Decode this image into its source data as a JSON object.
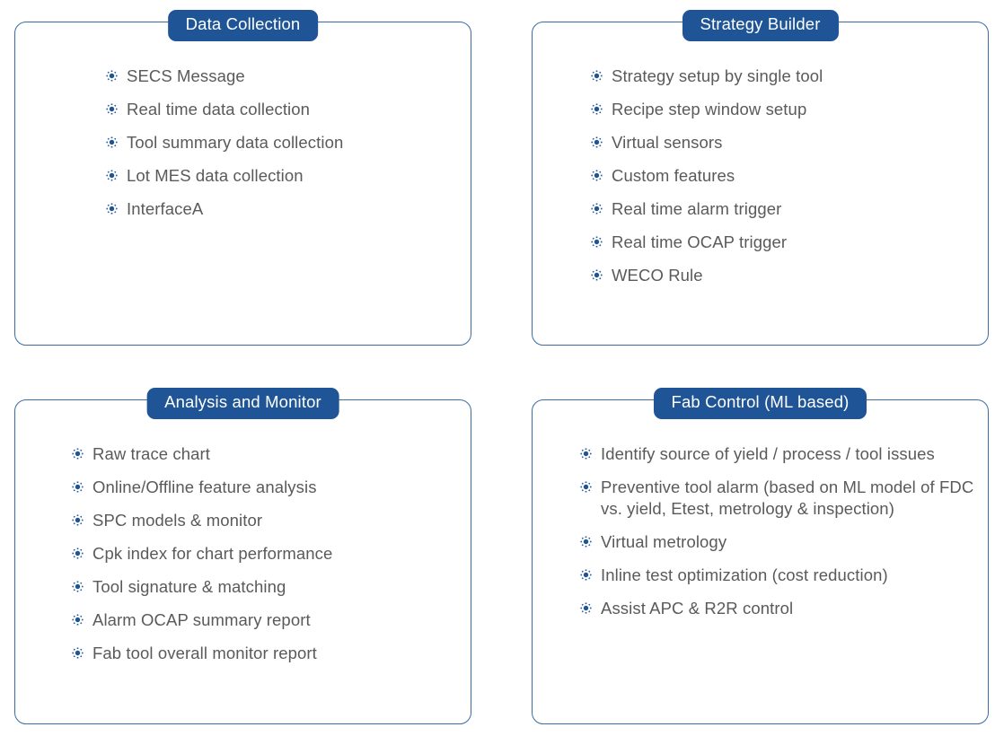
{
  "theme": {
    "page_background": "#ffffff",
    "card_border": "#3a6ba5",
    "pill_background": "#1f5596",
    "pill_text": "#ffffff",
    "item_text": "#5a5a5a",
    "bullet_color": "#1f5596"
  },
  "bullet_icon_name": "radiating-dot-icon",
  "panels": [
    {
      "id": "data-collection",
      "title": "Data Collection",
      "items": [
        "SECS Message",
        "Real time data collection",
        "Tool summary data collection",
        "Lot MES data collection",
        "InterfaceA"
      ]
    },
    {
      "id": "strategy-builder",
      "title": "Strategy Builder",
      "items": [
        "Strategy setup by single tool",
        "Recipe step window setup",
        "Virtual sensors",
        "Custom features",
        "Real time alarm trigger",
        "Real time OCAP trigger",
        "WECO Rule"
      ]
    },
    {
      "id": "analysis-and-monitor",
      "title": "Analysis and Monitor",
      "items": [
        "Raw trace chart",
        "Online/Offline feature analysis",
        "SPC models & monitor",
        "Cpk index for chart performance",
        "Tool signature & matching",
        "Alarm OCAP summary report",
        "Fab tool overall monitor report"
      ]
    },
    {
      "id": "fab-control-ml-based",
      "title": "Fab Control (ML based)",
      "items": [
        "Identify source of yield / process / tool issues",
        "Preventive tool alarm (based on ML model of FDC vs. yield, Etest, metrology & inspection)",
        "Virtual metrology",
        "Inline test optimization (cost reduction)",
        "Assist APC & R2R control"
      ]
    }
  ]
}
